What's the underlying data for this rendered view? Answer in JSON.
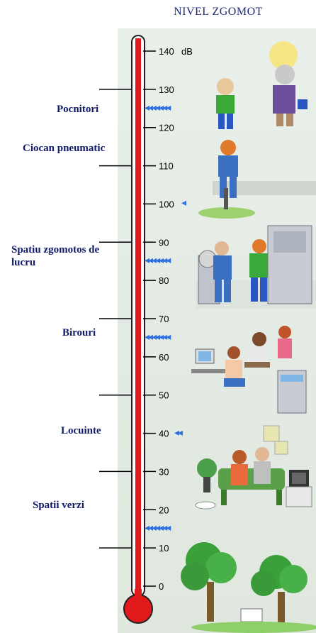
{
  "title": "NIVEL ZGOMOT",
  "unit": "dB",
  "scale": {
    "min": 0,
    "max": 140,
    "major_ticks": [
      0,
      10,
      20,
      30,
      40,
      50,
      60,
      70,
      80,
      90,
      100,
      110,
      120,
      130,
      140
    ],
    "tick_labels": [
      "0",
      "10",
      "20",
      "30",
      "40",
      "50",
      "60",
      "70",
      "80",
      "90",
      "100",
      "110",
      "120",
      "130",
      "140"
    ]
  },
  "categories": [
    {
      "label": "Pocnitori",
      "level": 125,
      "arrow_count": 7
    },
    {
      "label": "Ciocan pneumatic",
      "level": 100,
      "arrow_count": 1
    },
    {
      "label": "Spatiu zgomotos de lucru",
      "level": 85,
      "arrow_count": 7
    },
    {
      "label": "Birouri",
      "level": 65,
      "arrow_count": 7
    },
    {
      "label": "Locuinte",
      "level": 40,
      "arrow_count": 2
    },
    {
      "label": "Spatii verzi",
      "level": 15,
      "arrow_count": 7
    }
  ],
  "colors": {
    "title": "#1f2a7a",
    "category_text": "#101a66",
    "arrows": "#2f6fe0",
    "thermometer_fill": "#e01a1a",
    "ticks": "#000000"
  },
  "icons": {
    "arrow": "chevron-left-icon",
    "thermometer": "thermometer-icon"
  }
}
